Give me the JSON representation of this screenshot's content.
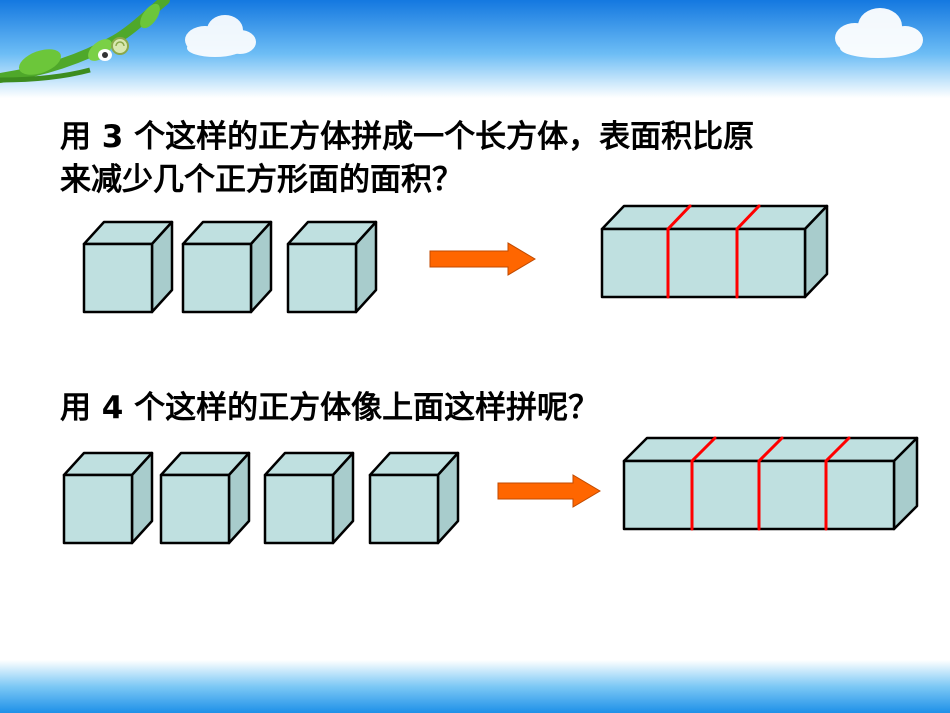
{
  "slide": {
    "question1": {
      "line1": "用 3 个这样的正方体拼成一个长方体，表面积比原",
      "line2": "来减少几个正方形面的面积？"
    },
    "question2": {
      "line1": "用 4 个这样的正方体像上面这样拼呢？"
    }
  },
  "colors": {
    "cube_fill": "#BFE0E0",
    "cube_side": "#A8CCCC",
    "outline": "#000000",
    "seam": "#FF0000",
    "arrow": "#FF6600",
    "sky_top": "#1E8FE8",
    "sky_bottom": "#FFFFFF",
    "leaf_green": "#5CB82E"
  },
  "icons": {
    "corner_decoration": "vine-with-snail",
    "clouds": "cloud-icon"
  }
}
